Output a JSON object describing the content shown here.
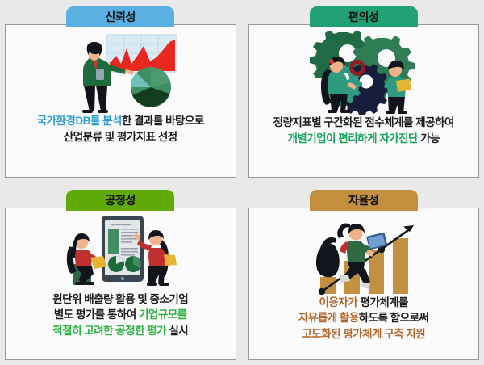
{
  "page": {
    "background": "#e9e9e9",
    "card_background": "#fbfbfb",
    "card_border": "#9a9a9a",
    "body_text_color": "#1b1b1b"
  },
  "cards": [
    {
      "id": "reliability",
      "tab_label": "신뢰성",
      "tab_color": "#5ab0e2",
      "accent_color": "#2e9bd6",
      "illustration": "presenter-with-area-chart-and-pie-chart",
      "caption_lines": [
        [
          {
            "text": "국가환경DB를 분석",
            "style": "blue"
          },
          {
            "text": "한 결과를 바탕으로",
            "style": "plain"
          }
        ],
        [
          {
            "text": "산업분류 및 평가지표 선정",
            "style": "plain"
          }
        ]
      ]
    },
    {
      "id": "convenience",
      "tab_label": "편의성",
      "tab_color": "#22a179",
      "accent_color": "#17a35f",
      "illustration": "two-people-assembling-gears",
      "caption_lines": [
        [
          {
            "text": "정량지표별 구간화된 점수체계를 제공하여",
            "style": "plain"
          }
        ],
        [
          {
            "text": "개별기업이 편리하게 자가진단",
            "style": "green"
          },
          {
            "text": " 가능",
            "style": "plain"
          }
        ]
      ]
    },
    {
      "id": "fairness",
      "tab_label": "공정성",
      "tab_color": "#5faa06",
      "accent_color": "#2bb040",
      "illustration": "two-women-reviewing-tablet-report",
      "caption_lines": [
        [
          {
            "text": "원단위 배출량 활용 및 중소기업",
            "style": "plain"
          }
        ],
        [
          {
            "text": "별도 평가를 통하여 ",
            "style": "plain"
          },
          {
            "text": "기업규모를",
            "style": "lgreen"
          }
        ],
        [
          {
            "text": "적절히 고려한 공정한 평가",
            "style": "lgreen"
          },
          {
            "text": " 실시",
            "style": "plain"
          }
        ]
      ]
    },
    {
      "id": "autonomy",
      "tab_label": "자율성",
      "tab_color": "#c3903f",
      "accent_color": "#b4682c",
      "illustration": "woman-climbing-growth-bars-with-arrow",
      "caption_lines": [
        [
          {
            "text": "이용자가",
            "style": "brown"
          },
          {
            "text": " 평가체계를",
            "style": "plain"
          }
        ],
        [
          {
            "text": "자유롭게 활용",
            "style": "brown"
          },
          {
            "text": "하도록 함으로써",
            "style": "plain"
          }
        ],
        [
          {
            "text": "고도화된 평가체계 구축 지원",
            "style": "brown"
          }
        ]
      ]
    }
  ]
}
